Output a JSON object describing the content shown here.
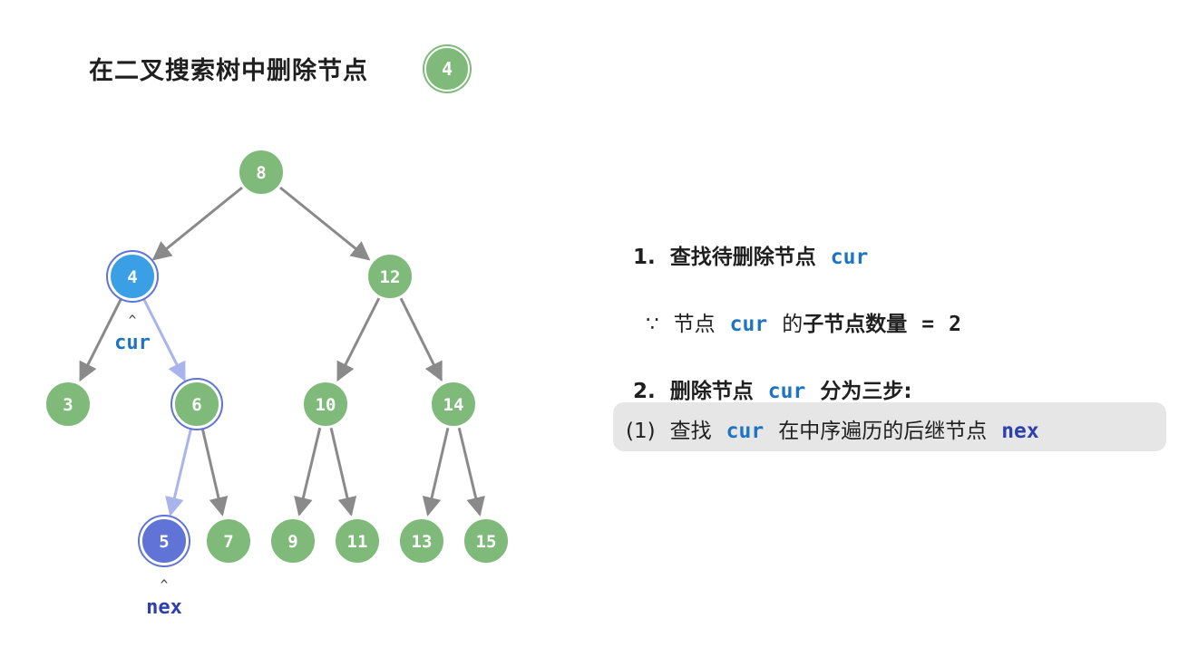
{
  "title": "在二叉搜索树中删除节点",
  "title_node": "4",
  "colors": {
    "node_green": "#7fba7a",
    "node_blue": "#3b9fe6",
    "node_indigo": "#5f74d6",
    "edge_gray": "#8a8a8a",
    "edge_highlight": "#a9b4ec",
    "label_blue": "#1f74c1",
    "label_navy": "#2e3fb0"
  },
  "tree": {
    "nodes": [
      {
        "id": "8",
        "label": "8",
        "state": "normal"
      },
      {
        "id": "4",
        "label": "4",
        "state": "cur"
      },
      {
        "id": "12",
        "label": "12",
        "state": "normal"
      },
      {
        "id": "3",
        "label": "3",
        "state": "normal"
      },
      {
        "id": "6",
        "label": "6",
        "state": "path"
      },
      {
        "id": "10",
        "label": "10",
        "state": "normal"
      },
      {
        "id": "14",
        "label": "14",
        "state": "normal"
      },
      {
        "id": "5",
        "label": "5",
        "state": "nex"
      },
      {
        "id": "7",
        "label": "7",
        "state": "normal"
      },
      {
        "id": "9",
        "label": "9",
        "state": "normal"
      },
      {
        "id": "11",
        "label": "11",
        "state": "normal"
      },
      {
        "id": "13",
        "label": "13",
        "state": "normal"
      },
      {
        "id": "15",
        "label": "15",
        "state": "normal"
      }
    ],
    "edges": [
      {
        "from": "8",
        "to": "4",
        "highlight": false
      },
      {
        "from": "8",
        "to": "12",
        "highlight": false
      },
      {
        "from": "4",
        "to": "3",
        "highlight": false
      },
      {
        "from": "4",
        "to": "6",
        "highlight": true
      },
      {
        "from": "12",
        "to": "10",
        "highlight": false
      },
      {
        "from": "12",
        "to": "14",
        "highlight": false
      },
      {
        "from": "6",
        "to": "5",
        "highlight": true
      },
      {
        "from": "6",
        "to": "7",
        "highlight": false
      },
      {
        "from": "10",
        "to": "9",
        "highlight": false
      },
      {
        "from": "10",
        "to": "11",
        "highlight": false
      },
      {
        "from": "14",
        "to": "13",
        "highlight": false
      },
      {
        "from": "14",
        "to": "15",
        "highlight": false
      }
    ],
    "pointers": [
      {
        "node": "4",
        "caret": "^",
        "label": "cur"
      },
      {
        "node": "5",
        "caret": "^",
        "label": "nex"
      }
    ]
  },
  "steps": {
    "step1": {
      "num": "1.",
      "text": "查找待删除节点",
      "var": "cur"
    },
    "note": {
      "symbol": "∵",
      "text1": "节点",
      "var": "cur",
      "text2": "的",
      "bold": "子节点数量",
      "eq": "=",
      "value": "2"
    },
    "step2": {
      "num": "2.",
      "text": "删除节点",
      "var": "cur",
      "text2": "分为三步:"
    },
    "sub1": {
      "num": "(1)",
      "text1": "查找",
      "var1": "cur",
      "text2": "在中序遍历的后继节点",
      "var2": "nex"
    }
  }
}
